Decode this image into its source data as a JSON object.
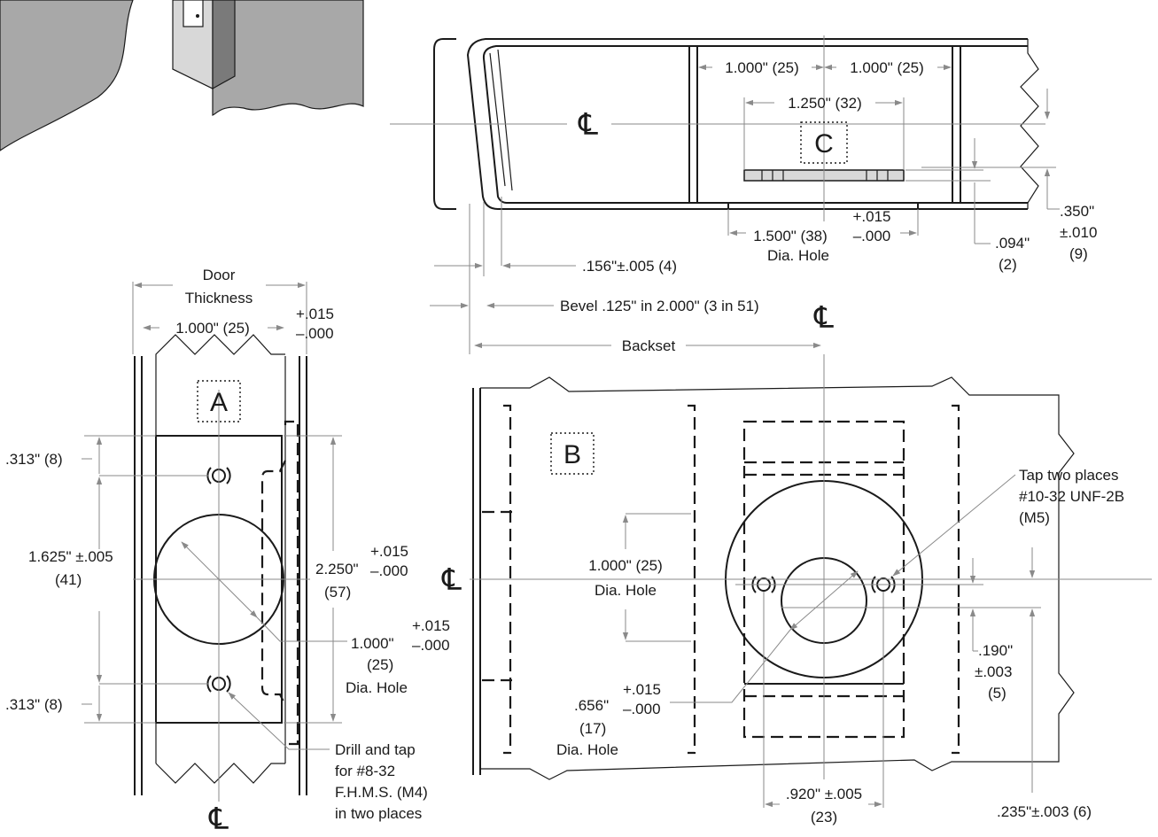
{
  "labels": {
    "view_a": "A",
    "view_b": "B",
    "view_c": "C",
    "centerline": "℄"
  },
  "view_c": {
    "dim_1000_left": "1.000\" (25)",
    "dim_1000_right": "1.000\" (25)",
    "dim_1250": "1.250\" (32)",
    "dim_1500": "1.500\" (38)",
    "dim_1500_hole": "Dia. Hole",
    "tol_plus": "+.015",
    "tol_minus": "–.000",
    "dim_094_a": ".094\"",
    "dim_094_b": "(2)",
    "dim_350_a": ".350\"",
    "dim_350_b": "±.010",
    "dim_350_c": "(9)",
    "dim_156": ".156\"±.005 (4)",
    "bevel": "Bevel .125\" in 2.000\" (3 in 51)",
    "backset": "Backset"
  },
  "view_a": {
    "door_line1": "Door",
    "door_line2": "Thickness",
    "dim_1000": "1.000\" (25)",
    "tol_plus": "+.015",
    "tol_minus": "–.000",
    "dim_313_top": ".313\" (8)",
    "dim_1625_a": "1.625\" ±.005",
    "dim_1625_b": "(41)",
    "dim_2250_a": "2.250\"",
    "dim_2250_b": "(57)",
    "dim_2250_tol_plus": "+.015",
    "dim_2250_tol_minus": "–.000",
    "dim_1000_hole_a": "1.000\"",
    "dim_1000_hole_tol_plus": "+.015",
    "dim_1000_hole_tol_minus": "–.000",
    "dim_1000_hole_b": "(25)",
    "dim_1000_hole_c": "Dia. Hole",
    "dim_313_bottom": ".313\" (8)",
    "drill_1": "Drill and tap",
    "drill_2": "for #8-32",
    "drill_3": "F.H.M.S. (M4)",
    "drill_4": "in two places"
  },
  "view_b": {
    "tap_1": "Tap two places",
    "tap_2": "#10-32 UNF-2B",
    "tap_3": "(M5)",
    "dim_1000_a": "1.000\" (25)",
    "dim_1000_b": "Dia. Hole",
    "dim_656_a": ".656\"",
    "dim_656_tol_plus": "+.015",
    "dim_656_tol_minus": "–.000",
    "dim_656_b": "(17)",
    "dim_656_c": "Dia. Hole",
    "dim_190_a": ".190\"",
    "dim_190_b": "±.003",
    "dim_190_c": "(5)",
    "dim_920_a": ".920\" ±.005",
    "dim_920_b": "(23)",
    "dim_235": ".235\"±.003 (6)"
  }
}
